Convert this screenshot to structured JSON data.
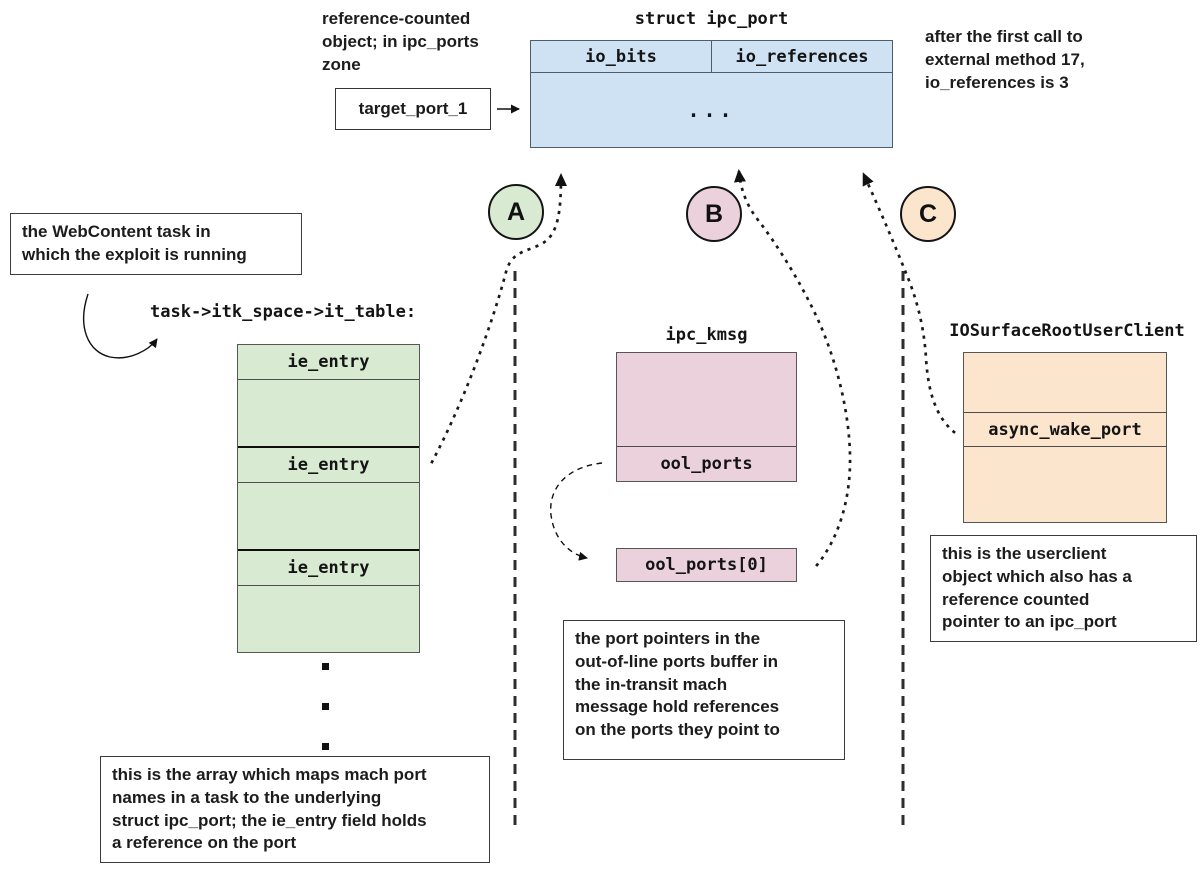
{
  "colors": {
    "blue": "#cfe2f3",
    "green": "#d9ead3",
    "pink": "#ead1dc",
    "orange": "#fce5cd"
  },
  "ipc_port": {
    "note_left": "reference-counted\nobject; in ipc_ports\nzone",
    "title": "struct ipc_port",
    "fields": [
      "io_bits",
      "io_references"
    ],
    "body": "...",
    "pointer_label": "target_port_1",
    "note_right": "after the first call to\nexternal method 17,\nio_references is 3"
  },
  "badges": {
    "a": "A",
    "b": "B",
    "c": "C"
  },
  "task_table": {
    "note": "the WebContent task in\nwhich the exploit is running",
    "title": "task->itk_space->it_table:",
    "rows": [
      "ie_entry",
      "ie_entry",
      "ie_entry"
    ],
    "footnote": "this is the array which maps mach port\nnames in a task to the underlying\nstruct ipc_port; the ie_entry field holds\na reference on the port"
  },
  "kmsg": {
    "title": "ipc_kmsg",
    "field": "ool_ports",
    "element": "ool_ports[0]",
    "footnote": "the port pointers in the\nout-of-line ports buffer in\nthe in-transit mach\nmessage hold references\non the ports they point to"
  },
  "userclient": {
    "title": "IOSurfaceRootUserClient",
    "field": "async_wake_port",
    "footnote": "this is the userclient\nobject which also has a\nreference counted\npointer to an ipc_port"
  }
}
